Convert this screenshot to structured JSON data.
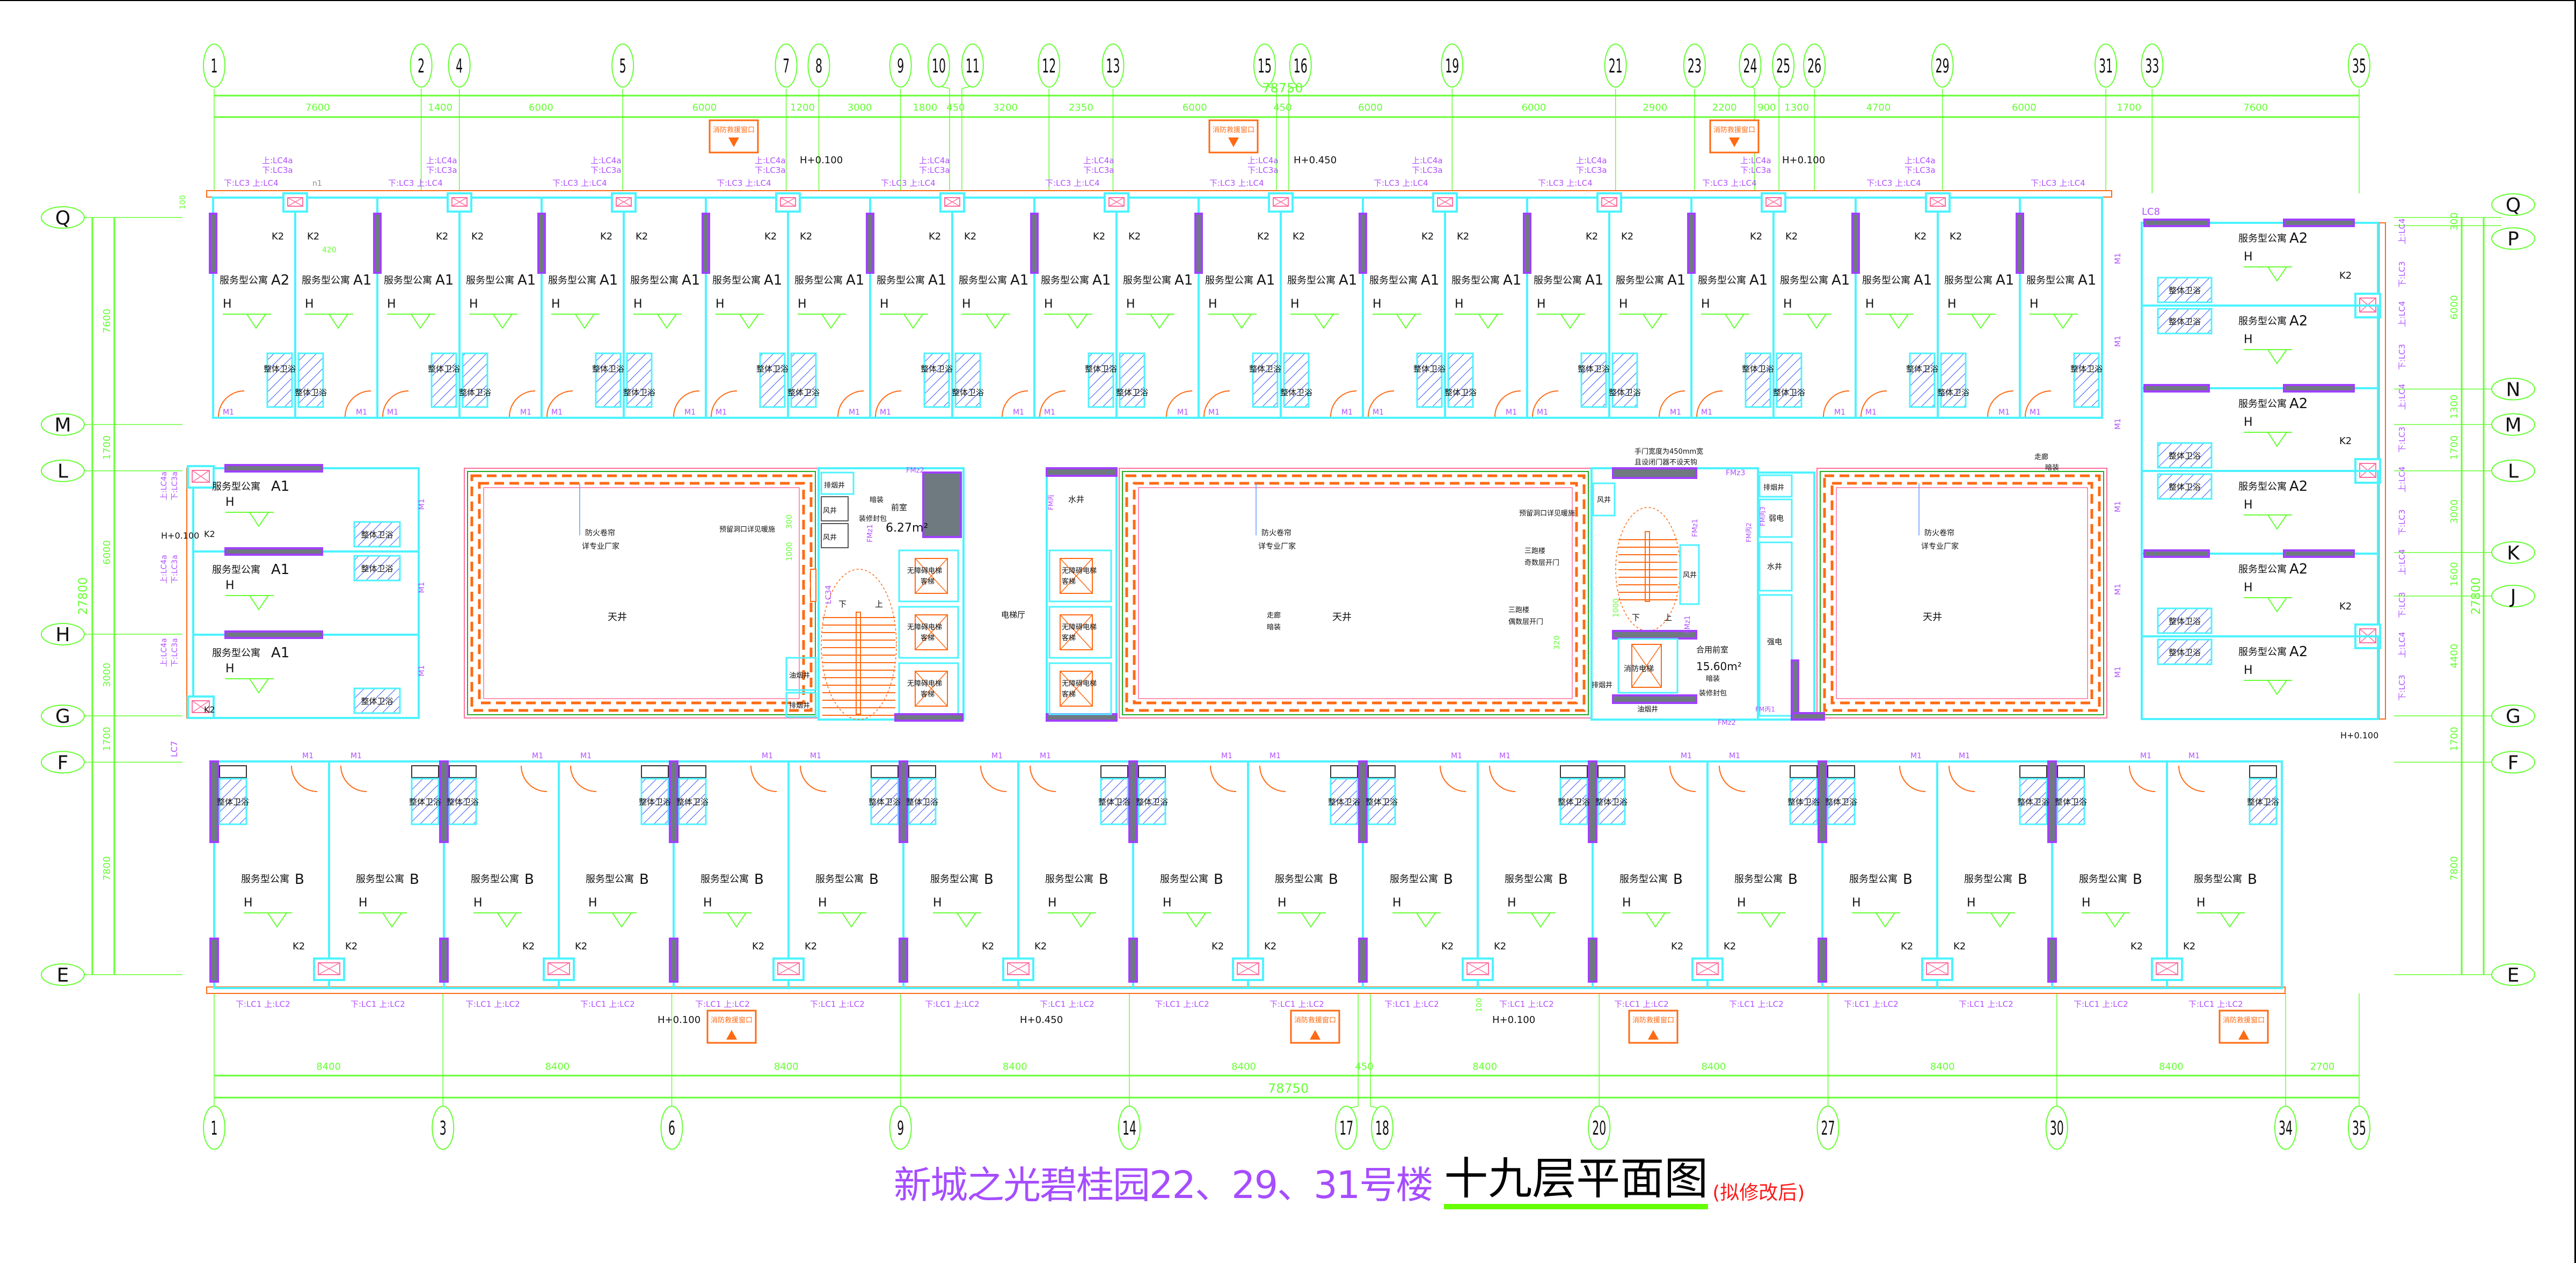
{
  "title": {
    "project": "新城之光碧桂园22、29、31号楼",
    "drawing": "十九层平面图",
    "note": "(拟修改后)"
  },
  "colors": {
    "wall": "#4df3ff",
    "shear_wall": "#a040ff",
    "shear_fill": "#6e7a80",
    "dimension": "#66ff33",
    "tag": "#b050ff",
    "orange": "#ff6a13",
    "pink": "#ff6fa0",
    "title_purple": "#a64dff",
    "note_red": "#ff1a1a"
  },
  "axes": {
    "top": [
      "1",
      "2",
      "4",
      "5",
      "7",
      "8",
      "9",
      "10",
      "11",
      "12",
      "13",
      "15",
      "16",
      "19",
      "21",
      "23",
      "24",
      "25",
      "26",
      "29",
      "31",
      "33",
      "35"
    ],
    "bottom": [
      "1",
      "3",
      "6",
      "9",
      "14",
      "17",
      "18",
      "20",
      "27",
      "30",
      "34",
      "35"
    ],
    "left": [
      "Q",
      "M",
      "L",
      "H",
      "G",
      "F",
      "E"
    ],
    "right": [
      "Q",
      "P",
      "N",
      "M",
      "L",
      "K",
      "J",
      "G",
      "F",
      "E"
    ]
  },
  "dimensions": {
    "top_total": "78750",
    "top": [
      "7600",
      "1400",
      "6000",
      "6000",
      "1200",
      "3000",
      "1800",
      "450",
      "3200",
      "2350",
      "6000",
      "450",
      "6000",
      "6000",
      "2900",
      "2200",
      "900",
      "1300",
      "4700",
      "6000",
      "1700",
      "7600"
    ],
    "bottom_total": "78750",
    "bottom": [
      "8400",
      "8400",
      "8400",
      "8400",
      "8400",
      "450",
      "8400",
      "8400",
      "8400",
      "8400",
      "2700"
    ],
    "left_total": "27800",
    "left": [
      "7600",
      "1700",
      "6000",
      "3000",
      "1700",
      "7800"
    ],
    "right_total": "27800",
    "right": [
      "300",
      "6000",
      "1300",
      "1700",
      "3000",
      "1600",
      "4400",
      "1700",
      "7800"
    ],
    "local": {
      "offset_100": "100",
      "ac_spacing": "420",
      "hole_300": "300",
      "hole_1000": "1000",
      "hole_320": "320"
    }
  },
  "units": {
    "label": "服务型公寓",
    "level_mark": "H",
    "ac_mark": "K2",
    "bath": "整体卫浴",
    "door": "M1",
    "ac_tag": "n1",
    "top": [
      "A2",
      "A1",
      "A1",
      "A1",
      "A1",
      "A1",
      "A1",
      "A1",
      "A1",
      "A1",
      "A1",
      "A1",
      "A1",
      "A1",
      "A1",
      "A1",
      "A1",
      "A1",
      "A1",
      "A1",
      "A1",
      "A1",
      "A1"
    ],
    "bottom": [
      "B",
      "B",
      "B",
      "B",
      "B",
      "B",
      "B",
      "B",
      "B",
      "B",
      "B",
      "B",
      "B",
      "B",
      "B",
      "B",
      "B",
      "B"
    ],
    "right": [
      "A2",
      "A2",
      "A2",
      "A2",
      "A2",
      "A2"
    ],
    "left": [
      "A1",
      "A1",
      "A1"
    ]
  },
  "window_tags": {
    "top_pair": "下:LC3 上:LC4",
    "top_upper": "上:LC4a",
    "top_lower": "下:LC3a",
    "bottom_pair": "下:LC1 上:LC2",
    "side_upper": "上:LC4",
    "side_lower": "下:LC3",
    "side_upper_a": "上:LC4a",
    "side_lower_a": "下:LC3a",
    "lc7": "LC7",
    "lc8": "LC8",
    "lc34": "LC34"
  },
  "elevations": {
    "h100": "H+0.100",
    "h450": "H+0.450"
  },
  "fire_rescue_window": "消防救援窗口",
  "core_left": {
    "smoke_shaft": "排烟井",
    "air_shaft": "风井",
    "concealed": "暗装",
    "enclosure": "装修封包",
    "anteroom": "前室",
    "anteroom_area": "6.27m²",
    "door_fmz1": "FMz1",
    "door_fmz2": "FMz2",
    "down": "下",
    "up": "上",
    "kitchen_shaft": "油烟井",
    "elevator": "无障碍电梯",
    "elevator_sub": "客梯",
    "lobby": "电梯厅"
  },
  "core_mid": {
    "water_shaft": "水井",
    "door": "FM丙",
    "elevator": "无障碍电梯",
    "elevator_sub": "客梯"
  },
  "core_right": {
    "door_note_1": "手门宽度为450mm宽",
    "door_note_2": "且设闭门器不设天钩",
    "door_fmz3": "FMz3",
    "door_fmz1": "FMz1",
    "door_fmz2": "FMz2",
    "air_shaft": "风井",
    "hole_note": "预留洞口详见暖施",
    "stair_odd_1": "三跑楼",
    "stair_odd_2": "奇数层开门",
    "stair_even_1": "三跑楼",
    "stair_even_2": "偶数层开门",
    "down": "下",
    "up": "上",
    "fire_elevator": "消防电梯",
    "shared_anteroom": "合用前室",
    "shared_area": "15.60m²",
    "concealed": "暗装",
    "enclosure": "装修封包",
    "smoke_shaft": "排烟井",
    "kitchen_shaft": "油烟井",
    "smoke_shaft_2": "排烟井",
    "weak_power": "弱电",
    "water_shaft": "水井",
    "strong_power": "强电",
    "door_fmb1": "FM丙1",
    "door_fmb2": "FM丙2",
    "door_fmb3": "FM丙3"
  },
  "courtyard": {
    "label": "天井",
    "shutter": "防火卷帘",
    "shutter_note": "详专业厂家",
    "hole_note": "预留洞口详见暖施",
    "corridor": "走廊",
    "concealed": "暗装"
  }
}
